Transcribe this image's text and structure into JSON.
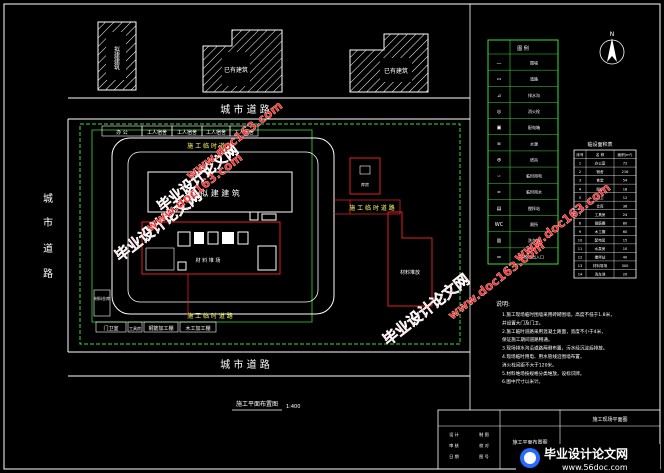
{
  "colors": {
    "background": "#000000",
    "frame": "#ffffff",
    "fence": "#3adb3a",
    "site_road": "#ffffff",
    "temp_road_red": "#e02020",
    "label_yellow": "#ffff66",
    "watermark_red": "#ff2a2a",
    "watermark_blue": "#2a6bff",
    "hatch": "#ffffff"
  },
  "roads": {
    "top": "城 市 道 路",
    "bottom": "城 市 道 路",
    "left_chars": [
      "城",
      "市",
      "道",
      "路"
    ]
  },
  "buildings_top": [
    {
      "label": "拟建建筑"
    },
    {
      "label": "已有建筑"
    },
    {
      "label": "已有建筑"
    }
  ],
  "site": {
    "temp_road_top": "施 工 临 时 道 路",
    "temp_road_bottom": "施 工 临 时 道 路",
    "temp_road_right": "施 工 临 时 道 路",
    "main_building": "拟 建 建 筑",
    "top_facilities": [
      "办 公",
      "工人宿舍",
      "工人宿舍",
      "工人宿舍",
      "工人宿舍"
    ],
    "bottom_facilities": [
      "门卫室",
      "工具房",
      "钢筋加工棚",
      "木工加工棚"
    ],
    "left_facility": "材料仓库",
    "storage_area": "材 料 堆 场",
    "right_yard": "材料堆放",
    "right_small": "库房"
  },
  "legend_table": {
    "title": "图 例",
    "rows": [
      [
        "围墙",
        "—"
      ],
      [
        "道路",
        "▭"
      ],
      [
        "排水沟",
        "⊿"
      ],
      [
        "消火栓",
        "◎"
      ],
      [
        "配电箱",
        "▣"
      ],
      [
        "水源",
        "≋"
      ],
      [
        "塔吊",
        "⊕"
      ],
      [
        "临时用电",
        "∽"
      ],
      [
        "临时用水",
        "≈"
      ],
      [
        "搅拌站",
        "▤"
      ],
      [
        "厕所",
        "WC"
      ],
      [
        "洗车池",
        "▥"
      ],
      [
        "现场出入口",
        "⇔"
      ]
    ]
  },
  "facility_table": {
    "title": "临设面积表",
    "header": [
      "序号",
      "名 称",
      "面积(m²)"
    ],
    "rows": [
      [
        "1",
        "办公室",
        "72"
      ],
      [
        "2",
        "宿舍",
        "216"
      ],
      [
        "3",
        "食堂",
        "54"
      ],
      [
        "4",
        "厕所",
        "18"
      ],
      [
        "5",
        "门卫",
        "12"
      ],
      [
        "6",
        "仓库",
        "36"
      ],
      [
        "7",
        "工具房",
        "24"
      ],
      [
        "8",
        "钢筋棚",
        "80"
      ],
      [
        "9",
        "木工棚",
        "60"
      ],
      [
        "10",
        "配电房",
        "15"
      ],
      [
        "11",
        "水泵房",
        "10"
      ],
      [
        "12",
        "搅拌站",
        "40"
      ],
      [
        "13",
        "材料堆场",
        "300"
      ],
      [
        "14",
        "洗车池",
        "20"
      ]
    ]
  },
  "north_arrow": "N",
  "notes": {
    "title": "说明:",
    "lines": [
      "1.施工现场临时围墙采用砖砌围墙，高度不低于1.8米，",
      "   并设置大门及门卫。",
      "2.施工临时道路采用混凝土路面，宽度不小于4米，",
      "   保证施工期间道路畅通。",
      "3.现场排水沟沿道路两侧布置，污水经沉淀后排放。",
      "4.现场临时用电、用水管线沿围墙布置，",
      "   消火栓间距不大于120米。",
      "5.材料堆场按规格分类堆放，设标识牌。",
      "6.图中尺寸以米计。"
    ]
  },
  "plan_title": {
    "label": "施工平面布置图",
    "scale": "1:400"
  },
  "title_block": {
    "header": "施工现场平面图",
    "sub": "施工平面布置图",
    "cells": [
      "设 计",
      "制 图",
      "审 核",
      "校 对",
      "日 期",
      "图 号"
    ]
  },
  "watermarks": {
    "site_cn": "毕业设计论文网",
    "site_url": "www.doc163.com",
    "footer_cn": "毕业设计论文网",
    "footer_url": "www.56doc.com"
  }
}
